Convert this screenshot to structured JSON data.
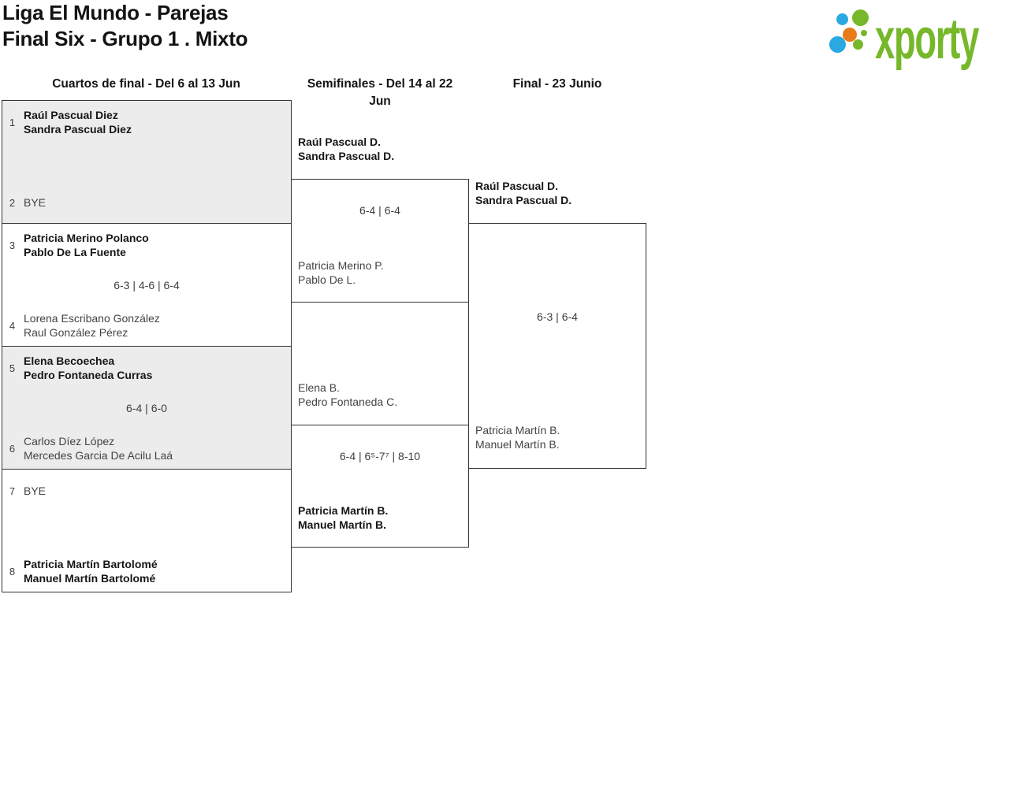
{
  "title": {
    "line1": "Liga El Mundo - Parejas",
    "line2": "Final Six - Grupo 1 . Mixto"
  },
  "logo": {
    "text": "xporty",
    "colors": {
      "green": "#76b82a",
      "blue": "#29a9e0",
      "orange": "#e87b1a"
    }
  },
  "rounds": {
    "quarterfinals_header": "Cuartos de final - Del 6 al 13 Jun",
    "semifinals_header": "Semifinales - Del 14 al 22 Jun",
    "final_header": "Final - 23 Junio"
  },
  "colors": {
    "box_gray": "#ececec",
    "border": "#333333"
  },
  "quarterfinals": [
    {
      "seed_top": "1",
      "team_top": [
        "Raúl Pascual Diez",
        "Sandra Pascual Diez"
      ],
      "top_weight": "bold",
      "score": "",
      "seed_bottom": "2",
      "team_bottom": [
        "BYE"
      ],
      "bottom_weight": "normal"
    },
    {
      "seed_top": "3",
      "team_top": [
        "Patricia Merino Polanco",
        "Pablo De La Fuente"
      ],
      "top_weight": "bold",
      "score": "6-3 | 4-6 | 6-4",
      "seed_bottom": "4",
      "team_bottom": [
        "Lorena Escribano González",
        "Raul González Pérez"
      ],
      "bottom_weight": "normal"
    },
    {
      "seed_top": "5",
      "team_top": [
        "Elena Becoechea",
        "Pedro Fontaneda Curras"
      ],
      "top_weight": "bold",
      "score": "6-4 | 6-0",
      "seed_bottom": "6",
      "team_bottom": [
        "Carlos Díez López",
        "Mercedes Garcia De Acilu Laá"
      ],
      "bottom_weight": "normal"
    },
    {
      "seed_top": "7",
      "team_top": [
        "BYE"
      ],
      "top_weight": "normal",
      "score": "",
      "seed_bottom": "8",
      "team_bottom": [
        "Patricia Martín Bartolomé",
        "Manuel Martín Bartolomé"
      ],
      "bottom_weight": "bold"
    }
  ],
  "semifinals": [
    {
      "team_top": [
        "Raúl Pascual D.",
        "Sandra Pascual D."
      ],
      "top_weight": "bold",
      "score": "6-4 | 6-4",
      "team_bottom": [
        "Patricia Merino P.",
        "Pablo De L."
      ],
      "bottom_weight": "normal"
    },
    {
      "team_top": [
        "Elena B.",
        "Pedro Fontaneda C."
      ],
      "top_weight": "normal",
      "score": "6-4 | 6⁵-7⁷ | 8-10",
      "team_bottom": [
        "Patricia Martín B.",
        "Manuel Martín B."
      ],
      "bottom_weight": "bold"
    }
  ],
  "final": {
    "team_top": [
      "Raúl Pascual D.",
      "Sandra Pascual D."
    ],
    "top_weight": "bold",
    "score": "6-3 | 6-4",
    "team_bottom": [
      "Patricia Martín B.",
      "Manuel Martín B."
    ],
    "bottom_weight": "normal"
  }
}
